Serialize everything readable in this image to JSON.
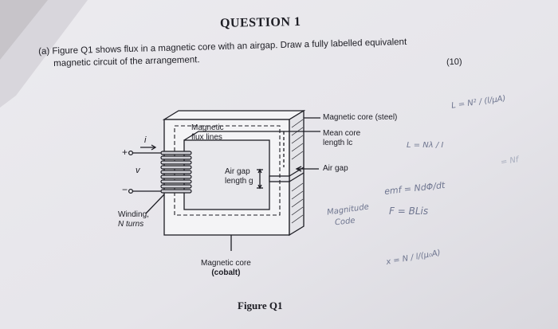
{
  "document": {
    "heading": "QUESTION 1",
    "part_label": "(a)",
    "question_line1": "Figure Q1 shows flux in a magnetic core with an airgap. Draw a fully labelled equivalent",
    "question_line2": "magnetic circuit of the arrangement.",
    "marks": "(10)"
  },
  "figure": {
    "caption": "Figure Q1",
    "labels": {
      "flux_line1": "Magnetic",
      "flux_line2": "flux lines",
      "current": "i",
      "plus": "+",
      "minus": "−",
      "voltage": "v",
      "winding_line1": "Winding,",
      "winding_line2": "N turns",
      "airgap_line1": "Air gap",
      "airgap_line2": "length g",
      "steel_core": "Magnetic core (steel)",
      "mean_core_line1": "Mean core",
      "mean_core_line2": "length lc",
      "air_gap": "Air gap",
      "cobalt_line1": "Magnetic core",
      "cobalt_line2": "(cobalt)"
    }
  },
  "handwriting": {
    "formula_1": "L = N² / (l/μA)",
    "formula_2": "L = Nλ / I",
    "formula_3": "= Nf",
    "note_1": "emf = NdΦ/dt",
    "note_2": "Magnitude",
    "note_3": "F = BLis",
    "note_4": "Code",
    "formula_4": "x = N / l/(μ₀A)"
  }
}
